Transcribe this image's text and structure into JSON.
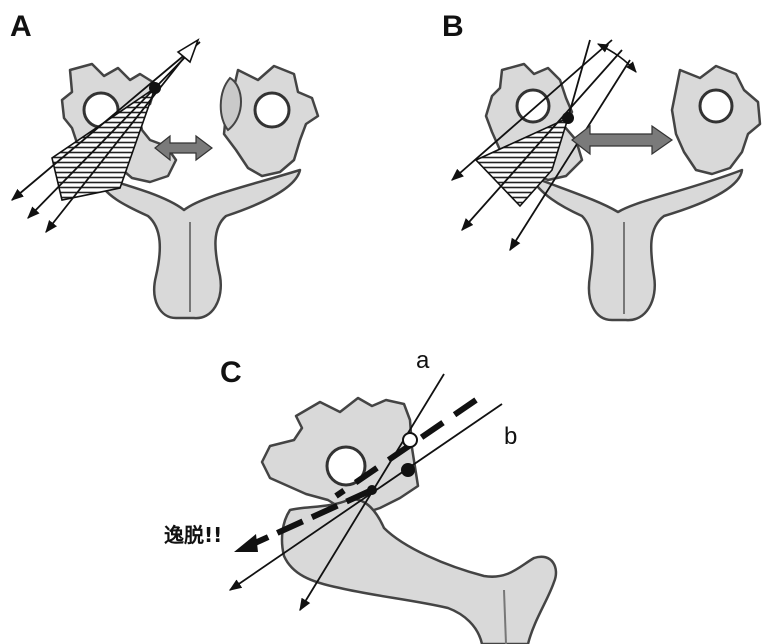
{
  "panels": [
    {
      "id": "A",
      "label": "A"
    },
    {
      "id": "B",
      "label": "B"
    },
    {
      "id": "C",
      "label": "C"
    }
  ],
  "panel_c": {
    "line_a_label": "a",
    "line_b_label": "b",
    "deviation_label": "逸脱!!"
  },
  "colors": {
    "bone": "#d9d9d9",
    "outline": "#444444",
    "double_arrow": "#7a7a7a",
    "lines": "#111111"
  }
}
